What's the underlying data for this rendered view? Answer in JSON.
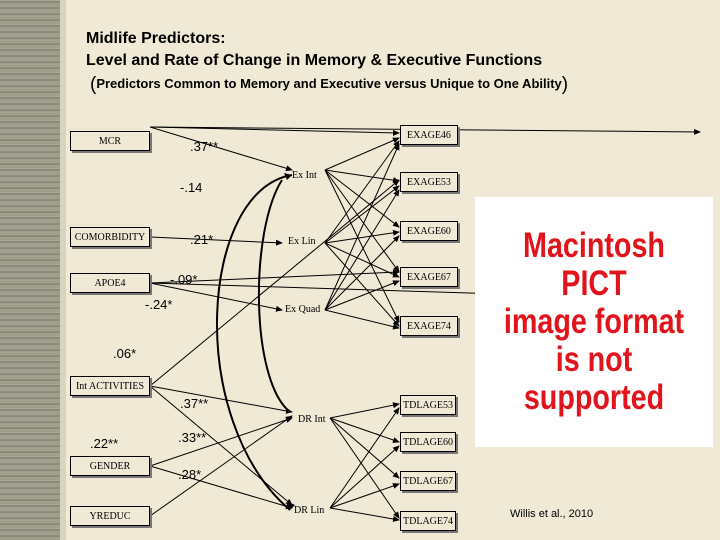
{
  "title": {
    "line1": "Midlife Predictors:",
    "line2": "Level and Rate of Change in Memory & Executive Functions",
    "subtitle": "Predictors Common to Memory and Executive versus Unique to One Ability"
  },
  "nodes": {
    "mcr": "MCR",
    "comorbidity": "COMORBIDITY",
    "apoe4": "APOE4",
    "int_activities": "Int ACTIVITIES",
    "gender": "GENDER",
    "yreduc": "YREDUC",
    "ex_int": "Ex Int",
    "ex_lin": "Ex Lin",
    "ex_quad": "Ex Quad",
    "dr_int": "DR Int",
    "dr_lin": "DR Lin",
    "exage46": "EXAGE46",
    "exage53": "EXAGE53",
    "exage60": "EXAGE60",
    "exage67": "EXAGE67",
    "exage74": "EXAGE74",
    "tdlage53": "TDLAGE53",
    "tdlage60": "TDLAGE60",
    "tdlage67": "TDLAGE67",
    "tdlage74": "TDLAGE74"
  },
  "coefficients": {
    "c1": ".37**",
    "c2": "-.14",
    "c3": ".21*",
    "c4": "-.09*",
    "c5": "-.24*",
    "c6": ".06*",
    "c7": ".37**",
    "c8": ".22**",
    "c9": ".33**",
    "c10": ".28*"
  },
  "placeholder": {
    "line1": "Macintosh PICT",
    "line2": "image format",
    "line3": "is not supported"
  },
  "citation": "Willis et al., 2010"
}
